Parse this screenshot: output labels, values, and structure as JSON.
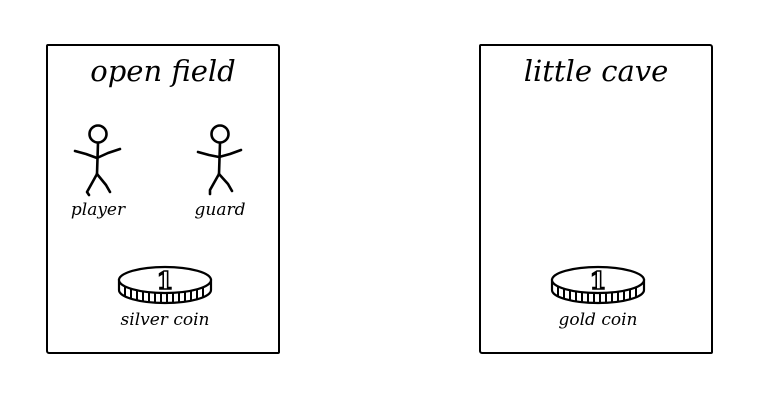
{
  "rooms": [
    {
      "title": "open field",
      "entities": {
        "player": {
          "label": "player",
          "icon": "stick-figure-icon"
        },
        "guard": {
          "label": "guard",
          "icon": "stick-figure-icon"
        },
        "coin": {
          "label": "silver coin",
          "icon": "coin-icon",
          "face_value": "1"
        }
      }
    },
    {
      "title": "little cave",
      "entities": {
        "coin": {
          "label": "gold coin",
          "icon": "coin-icon",
          "face_value": "1"
        }
      }
    }
  ]
}
